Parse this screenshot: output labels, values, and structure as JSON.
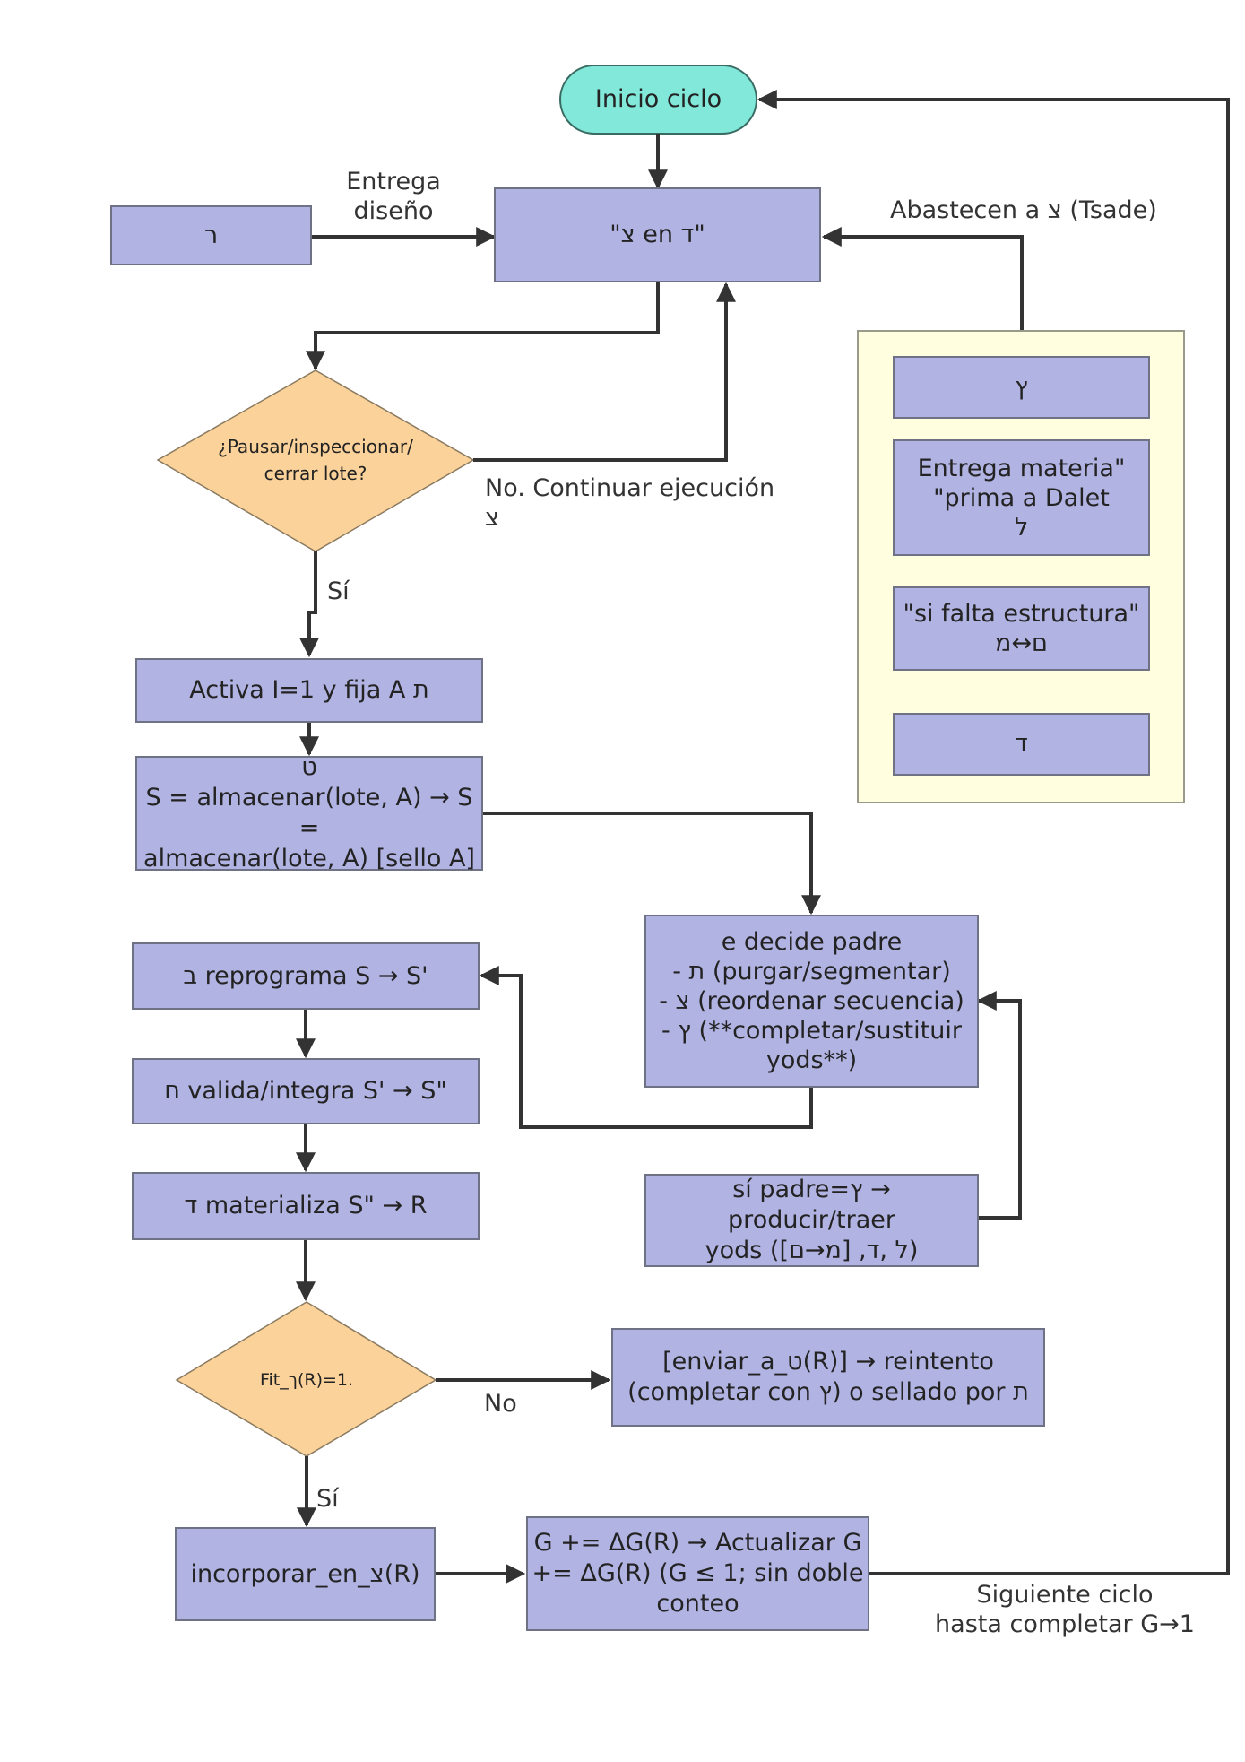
{
  "colors": {
    "box_fill": "#b1b3e3",
    "box_border": "#6f7184",
    "start_fill": "#82e8da",
    "decision_fill": "#fad29a",
    "panel_fill": "#ffffe0",
    "arrow": "#333333"
  },
  "nodes": {
    "start": "Inicio ciclo",
    "tsade_en_dalet": "\"צ en ד\"",
    "resh": "ר",
    "decision_pause": "¿Pausar/inspeccionar/\ncerrar lote?",
    "activa": "Activa I=1 y fija A ת",
    "tet_store": "ט\nS = almacenar(lote, A) → S =\nalmacenar(lote, A) [sello A]",
    "padre": "e decide padre\n- ת (purgar/segmentar)\n- צ (reordenar secuencia)\n- ץ (**completar/sustituir\nyods**)",
    "reprograma": "ב reprograma S → S'",
    "valida": "ח valida/integra S' → S\"",
    "materializa": "ד materializa S\" → R",
    "si_padre": "sí padre=ץ → producir/traer\nyods ([מ→ם] ,ל ,ד)",
    "decision_fit": "Fit_ך(R)=1.",
    "reintento": "[enviar_a_ט(R)]  → reintento\n(completar con ץ) o sellado por ת",
    "incorporar": "incorporar_en_צ(R)",
    "actualizar": "G += ΔG(R) → Actualizar G\n+= ΔG(R) (G ≤ 1; sin doble\nconteo",
    "panel_tsadi": "ץ",
    "panel_materia": "Entrega materia\"\n\"prima a Dalet\nל",
    "panel_estructura": "\"si falta estructura\"\nם↔מ",
    "panel_dalet": "ד"
  },
  "labels": {
    "entrega_diseno": "Entrega\ndiseño",
    "abastecen": "Abastecen a צ (Tsade)",
    "no_continuar": "No. Continuar ejecución צ",
    "si_1": "Sí",
    "no_fit": "No",
    "si_2": "Sí",
    "siguiente": "Siguiente ciclo\nhasta completar G→1"
  }
}
